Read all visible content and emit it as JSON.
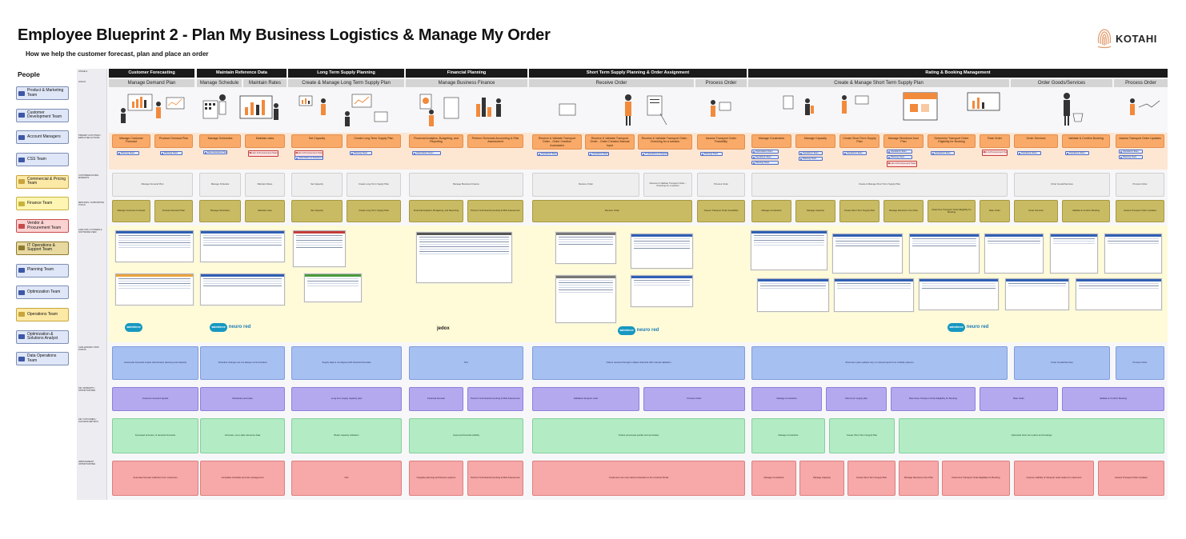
{
  "title": "Employee Blueprint 2 - Plan My Business Logistics & Manage My Order",
  "subtitle": "How we help the customer forecast, plan and place an order",
  "logo_text": "KOTAHI",
  "people_label": "People",
  "people": [
    "Product & Marketing Team",
    "Customer Development Team",
    "Account Managers",
    "CSS Team",
    "Commercial & Pricing Team",
    "Finance Team",
    "Vendor & Procurement Team",
    "IT Operations & Support Team",
    "Planning Team",
    "Optimization Team",
    "Operations Team",
    "Optimization & Solutions Analyst",
    "Data Operations Team"
  ],
  "row_labels": [
    "Stage &",
    "Goals",
    "Primary Activities / Employee Actions",
    "Customer-Facing Moments",
    "Methods / Supporting Tools",
    "Analysis / Systems & Software Used",
    "Challenges / Pain Points",
    "Key Moments / Opportunities",
    "Key Outcomes / Success Metrics",
    "Improvement Opportunities"
  ],
  "phases": [
    "Customer Forecasting",
    "Maintain Reference Data",
    "Long Term Supply Planning",
    "Financial Planning",
    "Short Term Supply Planning & Order Assignment",
    "Rating & Booking Management"
  ],
  "subphases": [
    "Manage Demand Plan",
    "Manage Schedule",
    "Maintain Rates",
    "Create & Manage Long Term Supply Plan",
    "Manage Business Finance",
    "Receive Order",
    "Process Order",
    "Create & Manage Short Term Supply Plan",
    "Order Goods/Services",
    "Process Order"
  ],
  "activities": [
    "Manage Customer Forecast",
    "Produce Demand Plan",
    "Manage Schedules",
    "Maintain rates",
    "Set Capacity",
    "Create Long Term Supply Plan",
    "Financial Analytics, Budgeting, and Reporting",
    "Perform Technical Accounting & Risk Assessment",
    "Receive & Validate Transport Order - Order Creation Automated",
    "Receive & Validate Transport Order - Order Creation Manual Input",
    "Receive & Validate Transport Order - Checking for a solution",
    "Assess Transport Order Feasibility",
    "Manage Constraints",
    "Manage Capacity",
    "Create Short Term Supply Plan",
    "Manage Directions from Plan",
    "Determine Transport Order Eligibility for Booking",
    "Rate Order",
    "Order Services",
    "Validate & Confirm Booking",
    "Assess Transport Order Updates"
  ],
  "chips": {
    "planning": "Planning Team",
    "ops": "Operations Team",
    "data": "Data Operations Team",
    "it": "IT Operations & Support Team",
    "vendor": "Vendor & Procurement Team",
    "opt": "Optimization Team",
    "solutions": "Optimization & Solutions Analyst"
  },
  "vendors": [
    "salesforce",
    "neuro red",
    "jedox",
    "salesforce",
    "neuro red",
    "salesforce",
    "neuro red"
  ],
  "bands_text": {
    "blue_1": "Inaccurate forecasts impact downstream planning and capacity",
    "blue_2": "Schedule changes are not always communicated",
    "blue_3": "Supply data is not aligned with financial forecasts",
    "blue_4": "N/A",
    "blue_5": "Orders received through multiple channels with manual validation",
    "blue_6": "Short-term plan updates rely on manual inputs from multiple systems",
    "purple_1": "Customer demand signals",
    "purple_2": "Schedules and rates",
    "purple_3": "Long term supply capacity plan",
    "purple_4": "Financial forecast",
    "purple_5": "Validated transport order",
    "purple_6": "Short term supply plan",
    "green_1": "Increased accuracy of demand forecasts",
    "green_2": "Accurate, up-to-date reference data",
    "green_3": "Better capacity utilisation",
    "green_4": "Improved financial visibility",
    "green_5": "Orders processed quickly and accurately",
    "green_6": "Optimised short term plans and bookings",
    "red_1": "Automate forecast collection from customers",
    "red_2": "Centralise schedule and rate management",
    "red_3": "N/A",
    "red_4": "Integrate planning and finance systems",
    "red_5": "Customers can only submit schedules in the Contract Portal",
    "red_6": "Improve visibility of transport order status for customers"
  }
}
